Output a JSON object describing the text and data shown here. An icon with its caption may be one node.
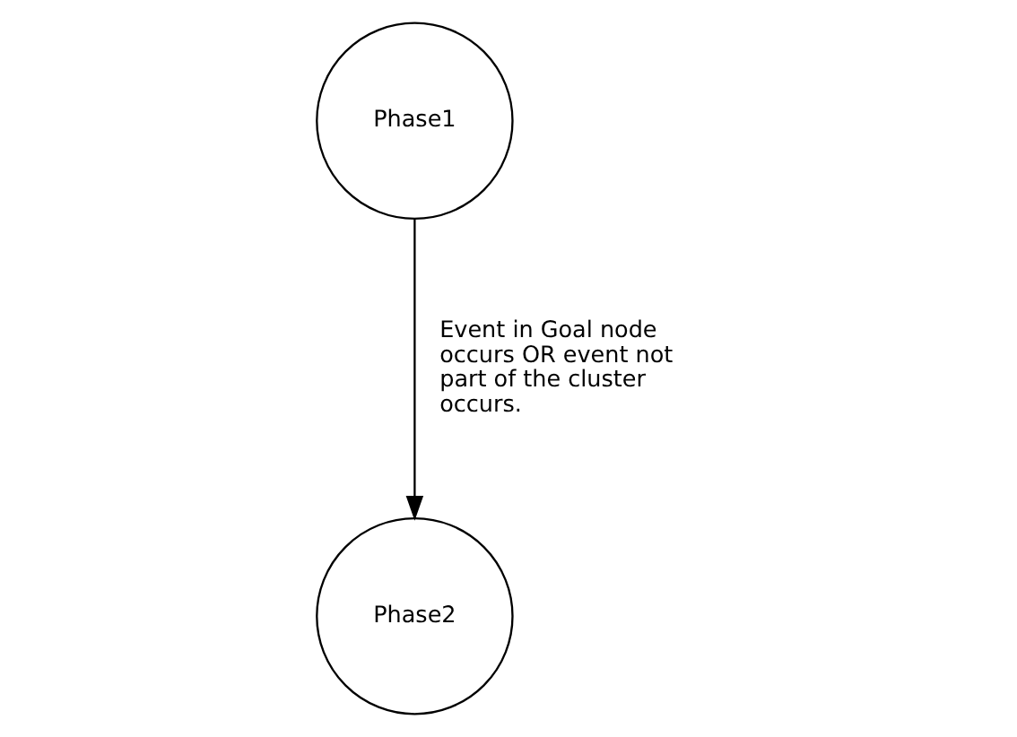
{
  "diagram": {
    "nodes": [
      {
        "text": [
          "Phase1"
        ]
      },
      {
        "text": [
          "Phase2"
        ]
      }
    ],
    "edges": [
      {
        "from": 0,
        "to": 1,
        "arrow": "to",
        "label": "Event in Goal node occurs OR event not part of the cluster occurs."
      }
    ]
  }
}
